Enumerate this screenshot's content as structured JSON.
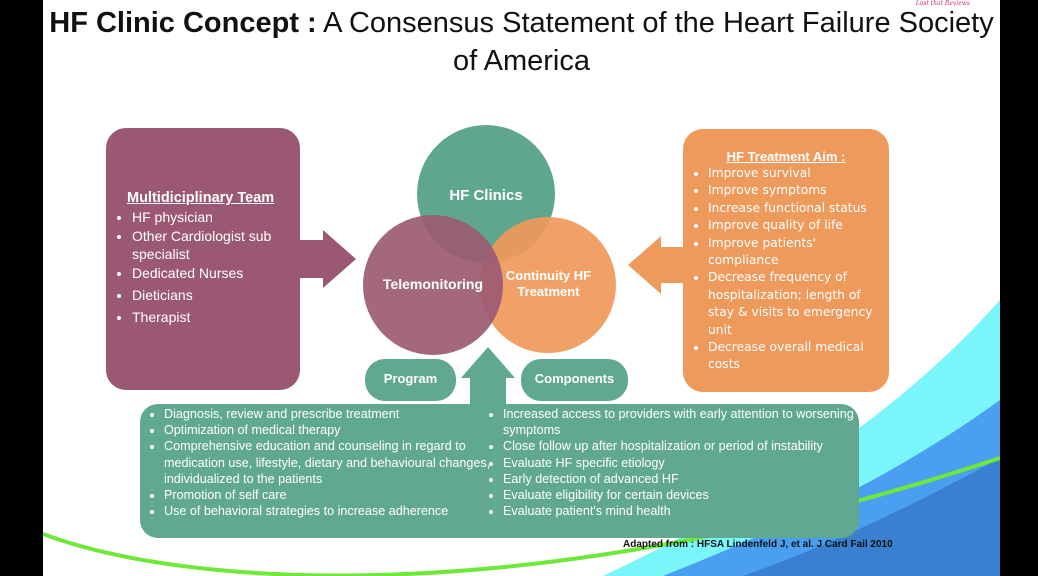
{
  "title": {
    "bold": "HF Clinic Concept :",
    "rest": " A Consensus Statement of the Heart Failure Society of America"
  },
  "watermark": "Lost that Reviews",
  "team": {
    "heading": "Multidiciplinary Team",
    "items": [
      "HF physician",
      "Other Cardiologist sub specialist",
      "Dedicated Nurses",
      "Dieticians",
      "Therapist"
    ]
  },
  "venn": {
    "top": "HF Clinics",
    "left": "Telemonitoring",
    "right": "Continuity HF Treatment"
  },
  "aim": {
    "heading": "HF Treatment Aim :",
    "items": [
      "Improve survival",
      "Improve symptoms",
      "Increase functional status",
      "Improve quality of life",
      "Improve patients' compliance",
      "Decrease frequency of hospitalization; length of stay & visits to emergency unit",
      "Decrease overall medical costs"
    ]
  },
  "pills": {
    "program": "Program",
    "components": "Components"
  },
  "program_items": [
    "Diagnosis, review and prescribe treatment",
    "Optimization of medical therapy",
    "Comprehensive education and counseling in regard to medication use, lifestyle, dietary and behavioural changes, individualized to the patients",
    "Promotion of self care",
    "Use of behavioral strategies to increase adherence"
  ],
  "component_items": [
    "Increased access to providers with early attention to worsening symptoms",
    "Close follow up after hospitalization or period of instability",
    "Evaluate HF specific etiology",
    "Early detection of advanced HF",
    "Evaluate eligibility for certain devices",
    "Evaluate patient's mind health"
  ],
  "citation": "Adapted from : HFSA Lindenfeld J, et al. J Card Fail 2010",
  "colors": {
    "purple": "#9a5872",
    "teal": "#61a891",
    "orange": "#ee9a5c"
  }
}
